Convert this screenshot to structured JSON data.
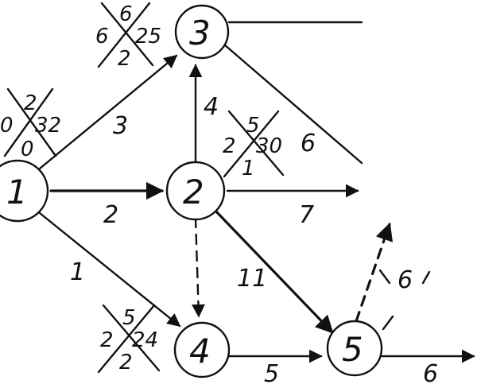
{
  "nodes": [
    {
      "id": "1",
      "label": "1",
      "params": {
        "top": "2",
        "left": "0",
        "right": "32",
        "bottom": "0"
      }
    },
    {
      "id": "2",
      "label": "2",
      "params": {
        "top": "5",
        "left": "2",
        "right": "30",
        "bottom": "1"
      }
    },
    {
      "id": "3",
      "label": "3",
      "params": {
        "top": "6",
        "left": "6",
        "right": "25",
        "bottom": "2"
      }
    },
    {
      "id": "4",
      "label": "4",
      "params": {
        "top": "5",
        "left": "2",
        "right": "24",
        "bottom": "2"
      }
    },
    {
      "id": "5",
      "label": "5",
      "params": {
        "top": "",
        "left": "",
        "right": "",
        "bottom": ""
      }
    }
  ],
  "edges": [
    {
      "from": "1",
      "to": "3",
      "label": "3"
    },
    {
      "from": "1",
      "to": "2",
      "label": "2"
    },
    {
      "from": "1",
      "to": "4",
      "label": "1"
    },
    {
      "from": "2",
      "to": "3",
      "label": "4"
    },
    {
      "from": "2",
      "to": "4",
      "label": "",
      "style": "dashed"
    },
    {
      "from": "2",
      "to": "5",
      "label": "11"
    },
    {
      "from": "2",
      "to": "out",
      "label": "7"
    },
    {
      "from": "3",
      "to": "out",
      "label": ""
    },
    {
      "from": "3",
      "to": "out",
      "label": "6"
    },
    {
      "from": "4",
      "to": "5",
      "label": "5"
    },
    {
      "from": "5",
      "to": "out",
      "label": "6",
      "style": "dashed"
    },
    {
      "from": "5",
      "to": "out",
      "label": "6"
    }
  ]
}
